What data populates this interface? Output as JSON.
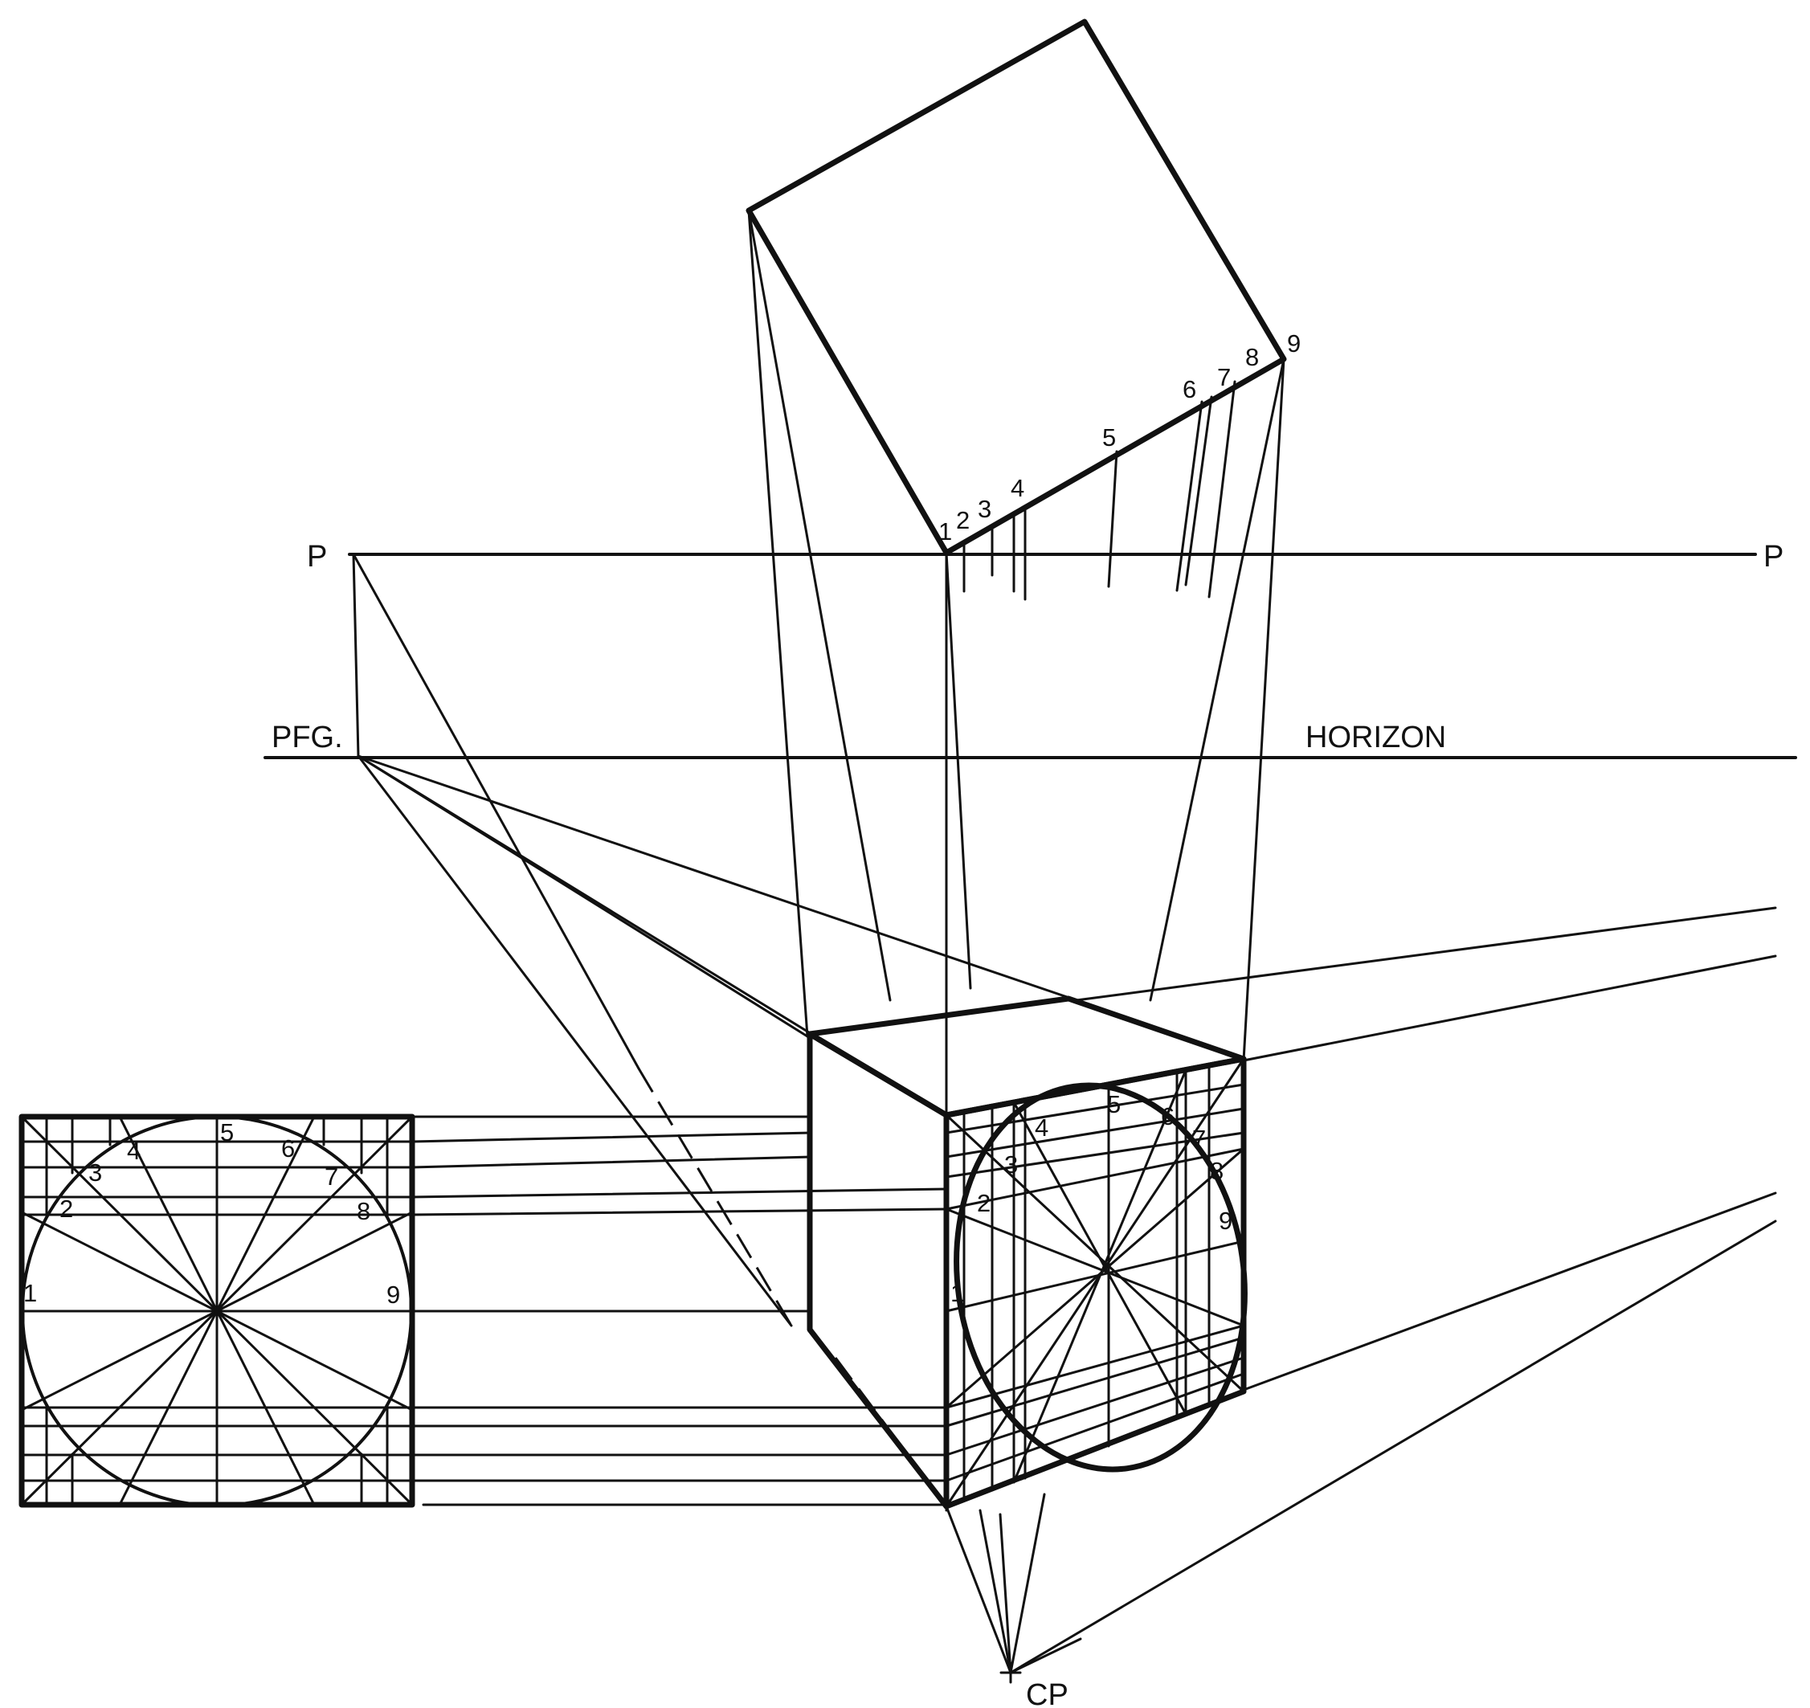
{
  "labels": {
    "p_left": "P",
    "p_right": "P",
    "pfg": "PFG.",
    "horizon": "HORIZON",
    "cp": "CP"
  },
  "top_view_numbers": [
    "1",
    "2",
    "3",
    "4",
    "5",
    "6",
    "7",
    "8",
    "9"
  ],
  "elevation_numbers": [
    "1",
    "2",
    "3",
    "4",
    "5",
    "6",
    "7",
    "8",
    "9"
  ],
  "perspective_numbers": [
    "1",
    "2",
    "3",
    "4",
    "5",
    "6",
    "7",
    "8",
    "9"
  ],
  "colors": {
    "ink": "#111111",
    "paper": "#ffffff"
  }
}
